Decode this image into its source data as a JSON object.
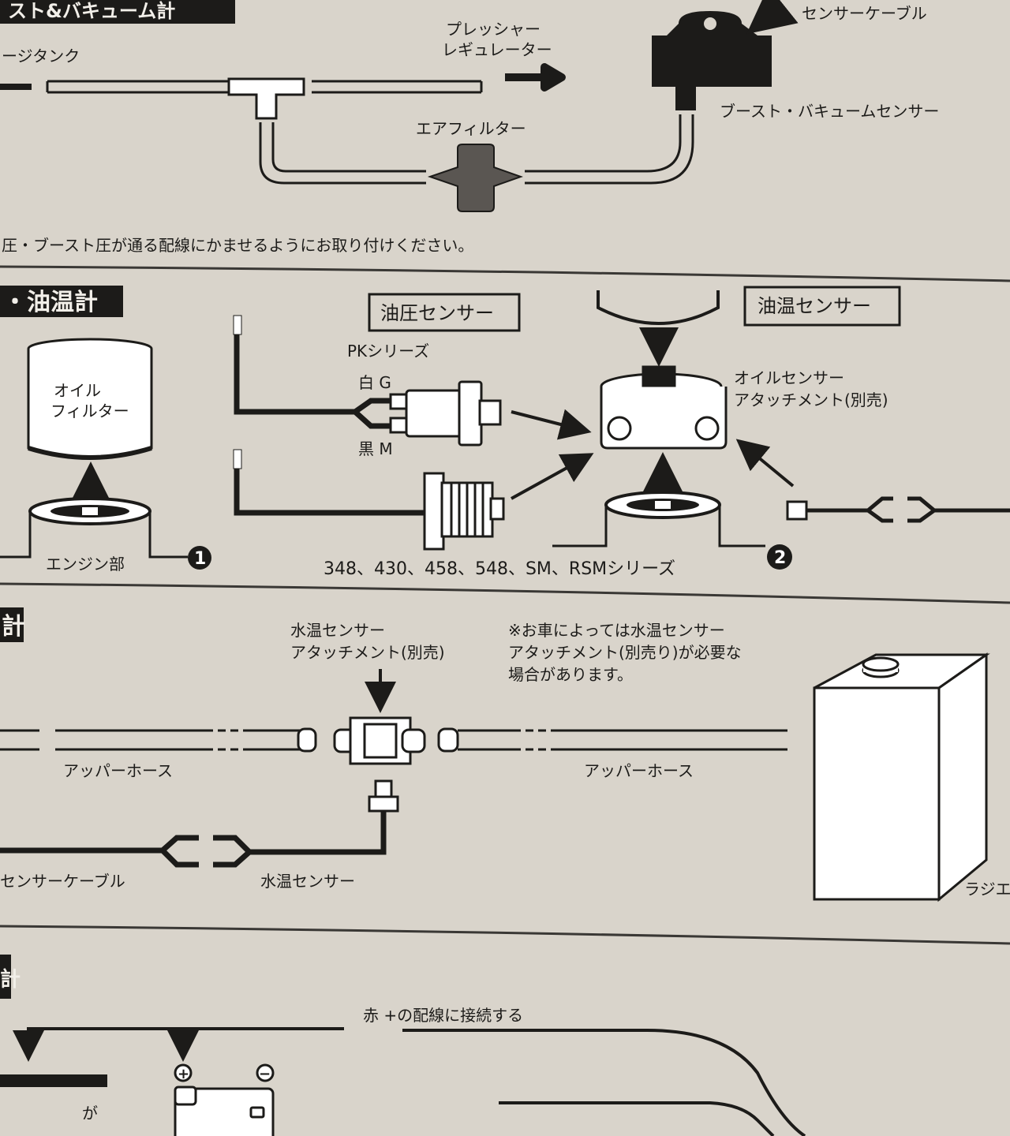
{
  "sections": {
    "boost": {
      "header": "スト&バキューム計",
      "labels": {
        "storage_tank": "ージタンク",
        "pressure_regulator_1": "プレッシャー",
        "pressure_regulator_2": "レギュレーター",
        "air_filter": "エアフィルター",
        "sensor_cable": "センサーケーブル",
        "boost_sensor": "ブースト・バキュームセンサー"
      },
      "note": "圧・ブースト圧が通る配線にかませるようにお取り付けください。"
    },
    "oil": {
      "header": "・油温計",
      "oil_pressure_sensor": "油圧センサー",
      "oil_temp_sensor": "油温センサー",
      "pk_series": "PKシリーズ",
      "white_g": "白 G",
      "black_m": "黒 M",
      "attachment_1": "オイルセンサー",
      "attachment_2": "アタッチメント(別売)",
      "filter_1": "オイル",
      "filter_2": "フィルター",
      "engine": "エンジン部",
      "series_list": "348、430、458、548、SM、RSMシリーズ",
      "badge_1": "1",
      "badge_2": "2"
    },
    "water": {
      "header": "計",
      "attachment_1": "水温センサー",
      "attachment_2": "アタッチメント(別売)",
      "note_1": "※お車によっては水温センサー",
      "note_2": "アタッチメント(別売り)が必要な",
      "note_3": "場合があります。",
      "upper_hose_left": "アッパーホース",
      "upper_hose_right": "アッパーホース",
      "sensor_cable": "センサーケーブル",
      "water_sensor": "水温センサー",
      "radiator": "ラジエ"
    },
    "power": {
      "header": "計",
      "red_wire": "赤 +の配線に接続する",
      "plus": "+",
      "minus": "−",
      "partial": "が"
    }
  }
}
